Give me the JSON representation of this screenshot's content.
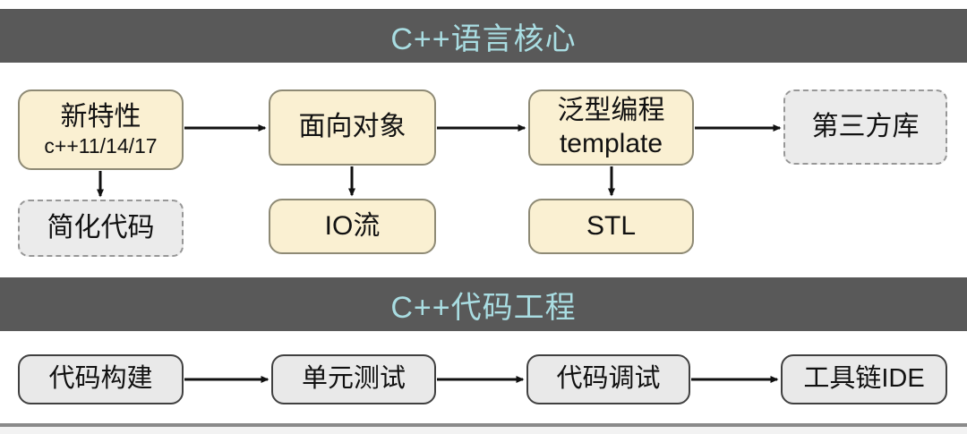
{
  "colors": {
    "header_bg": "#595959",
    "header_text": "#a9dde2",
    "yellow_fill": "#faf0d2",
    "yellow_border": "#8e8a75",
    "dashed_fill": "#ebebeb",
    "dashed_border": "#979797",
    "gray_fill": "#e9e9e9",
    "gray_border": "#404040",
    "arrow": "#111111"
  },
  "section_core": {
    "title": "C++语言核心",
    "nodes": {
      "new_features": {
        "label": "新特性",
        "sublabel": "c++11/14/17"
      },
      "simplified_code": {
        "label": "简化代码"
      },
      "oop": {
        "label": "面向对象"
      },
      "io_stream": {
        "label": "IO流"
      },
      "generic_programming": {
        "label": "泛型编程",
        "sublabel": "template"
      },
      "stl": {
        "label": "STL"
      },
      "third_party_lib": {
        "label": "第三方库"
      }
    },
    "edges": [
      "新特性 → 面向对象",
      "面向对象 → 泛型编程",
      "泛型编程 → 第三方库",
      "新特性 → 简化代码",
      "面向对象 → IO流",
      "泛型编程 → STL"
    ]
  },
  "section_engineering": {
    "title": "C++代码工程",
    "nodes": {
      "build": {
        "label": "代码构建"
      },
      "unit_test": {
        "label": "单元测试"
      },
      "debug": {
        "label": "代码调试"
      },
      "toolchain_ide": {
        "label": "工具链IDE"
      }
    },
    "edges": [
      "代码构建 → 单元测试",
      "单元测试 → 代码调试",
      "代码调试 → 工具链IDE"
    ]
  }
}
